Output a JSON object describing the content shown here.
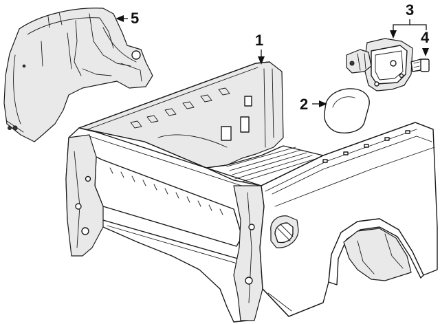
{
  "callouts": [
    {
      "id": "1",
      "label": "1"
    },
    {
      "id": "2",
      "label": "2"
    },
    {
      "id": "3",
      "label": "3"
    },
    {
      "id": "4",
      "label": "4"
    },
    {
      "id": "5",
      "label": "5"
    }
  ],
  "colors": {
    "line": "#1a1a1a",
    "background": "#ffffff"
  }
}
